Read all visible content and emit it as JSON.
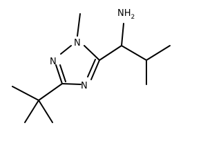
{
  "molecule": {
    "atoms": {
      "amine": "NH",
      "amine_h_count": "2",
      "n1": "N",
      "n2": "N",
      "n4": "N"
    },
    "line_color": "#000000"
  }
}
